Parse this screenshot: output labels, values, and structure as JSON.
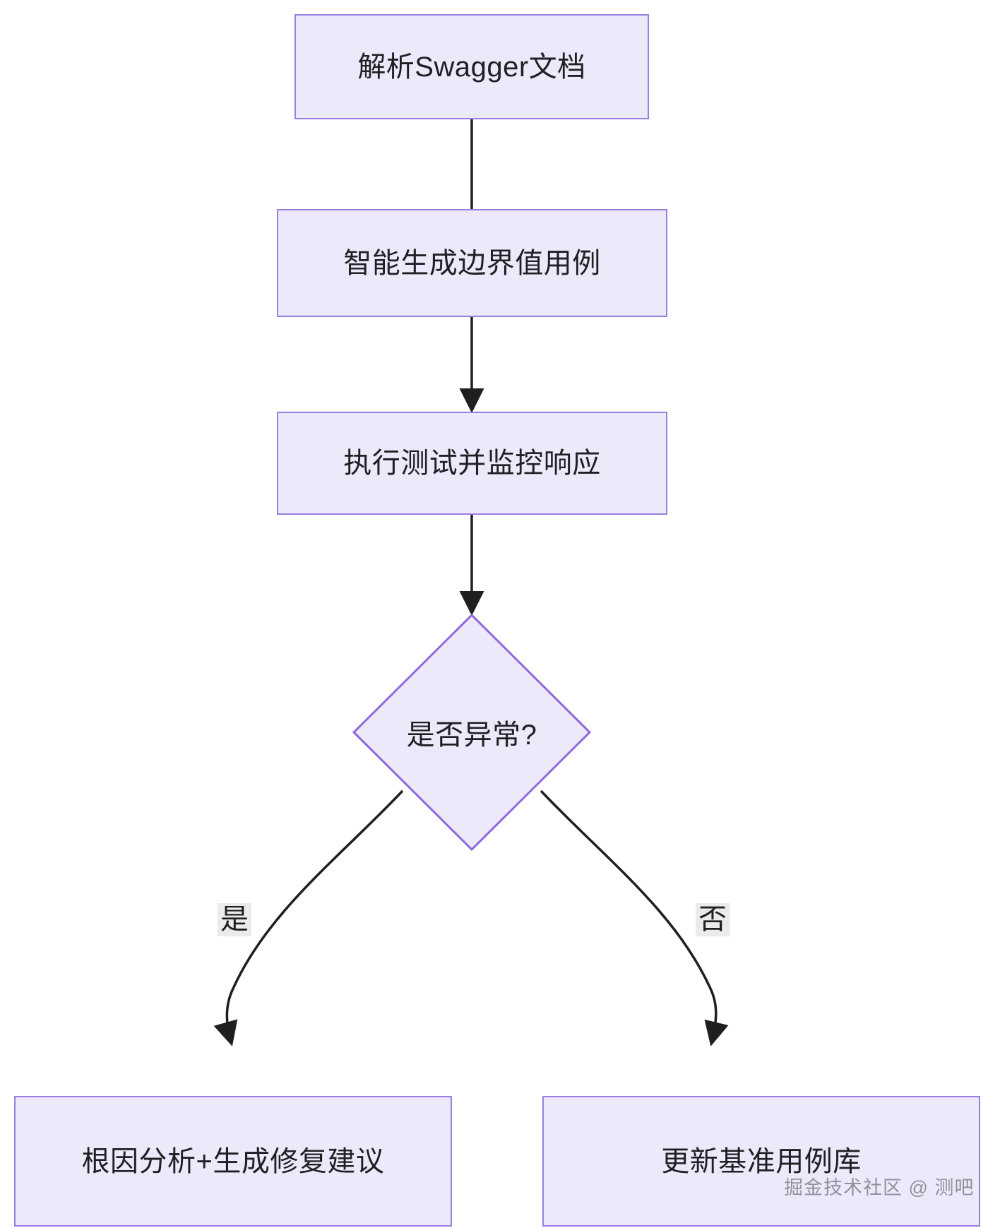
{
  "diagram": {
    "type": "flowchart",
    "direction": "top-to-bottom",
    "theme": {
      "node_fill": "#ece9fb",
      "node_border": "#9a7fe0",
      "node_text": "#1f2023",
      "edge_stroke": "#1f1f1f",
      "edge_label_bg": "#ebebeb",
      "canvas_bg": "#ffffff"
    },
    "nodes": [
      {
        "id": "n1",
        "shape": "rect",
        "label": "解析Swagger文档"
      },
      {
        "id": "n2",
        "shape": "rect",
        "label": "智能生成边界值用例"
      },
      {
        "id": "n3",
        "shape": "rect",
        "label": "执行测试并监控响应"
      },
      {
        "id": "n4",
        "shape": "diamond",
        "label": "是否异常?"
      },
      {
        "id": "n5",
        "shape": "rect",
        "label": "根因分析+生成修复建议"
      },
      {
        "id": "n6",
        "shape": "rect",
        "label": "更新基准用例库"
      }
    ],
    "edges": [
      {
        "from": "n1",
        "to": "n2",
        "label": ""
      },
      {
        "from": "n2",
        "to": "n3",
        "label": ""
      },
      {
        "from": "n3",
        "to": "n4",
        "label": ""
      },
      {
        "from": "n4",
        "to": "n5",
        "label": "是"
      },
      {
        "from": "n4",
        "to": "n6",
        "label": "否"
      }
    ]
  },
  "watermark": {
    "text": "掘金技术社区 @ 测吧"
  }
}
